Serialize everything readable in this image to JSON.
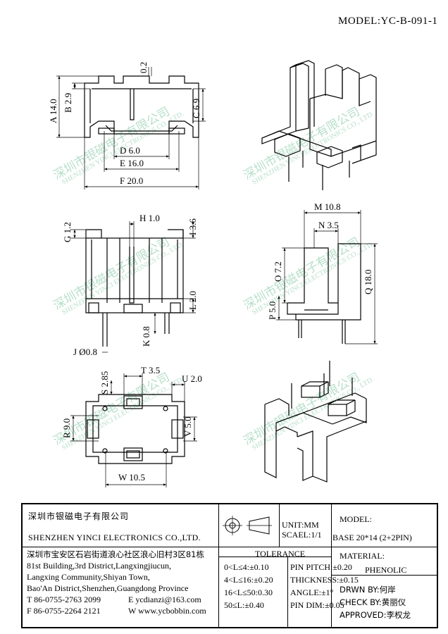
{
  "model_header": "MODEL:YC-B-091-1",
  "dimensions": {
    "a": "A 14.0",
    "b": "B 2.9",
    "c": "C 6.9",
    "d": "D 6.0",
    "e": "E 16.0",
    "f": "F 20.0",
    "top_gap": "0.2",
    "g": "G 1.2",
    "h": "H 1.0",
    "i": "I 3.6",
    "j": "J Ø0.8",
    "k": "K 0.8",
    "l": "L 2.0",
    "m": "M 10.8",
    "n": "N 3.5",
    "o": "O 7.2",
    "p": "P 5.0",
    "q": "Q 18.0",
    "r": "R 9.0",
    "s": "S 2.85",
    "t": "T 3.5",
    "u": "U 2.0",
    "v": "V 5.0",
    "w": "W 10.5"
  },
  "watermark": {
    "cn": "深圳市银磁电子有限公司",
    "en": "SHENZHEN YINCI ELECTRONICS CO., LTD."
  },
  "title_block": {
    "company_cn": "深圳市银磁电子有限公司",
    "company_en": "SHENZHEN YINCI ELECTRONICS CO.,LTD.",
    "unit": "UNIT:MM",
    "scale": "SCAEL:1/1",
    "model_label": "MODEL:",
    "model_value": "BASE 20*14 (2+2PIN)",
    "address": [
      "深圳市宝安区石岩街道浪心社区浪心旧村3区81栋",
      "81st Building,3rd District,Langxingjiucun,",
      "Langxing Community,Shiyan Town,",
      "Bao'An District,Shenzhen,Guangdong Province"
    ],
    "tel": "T 86-0755-2763 2099",
    "email": "E ycdianzi@163.com",
    "fax": "F 86-0755-2264 2121",
    "web": "W www.ycbobbin.com",
    "tolerance_title": "TOLERANCE",
    "tolerance_left": [
      "0<L≤4:±0.10",
      "4<L≤16:±0.20",
      "16<L≤50:0.30",
      "50≤L:±0.40"
    ],
    "tolerance_right": [
      "PIN PITCH:±0.20",
      "THICKNESS:±0.15",
      "ANGLE:±1°",
      "PIN DIM:±0.05"
    ],
    "material_label": "MATERIAL:",
    "material_value": "PHENOLIC",
    "drawn_by": "DRWN BY:何岸",
    "check_by": "CHECK BY:黄丽仪",
    "approved": "APPROVED:李权龙"
  }
}
